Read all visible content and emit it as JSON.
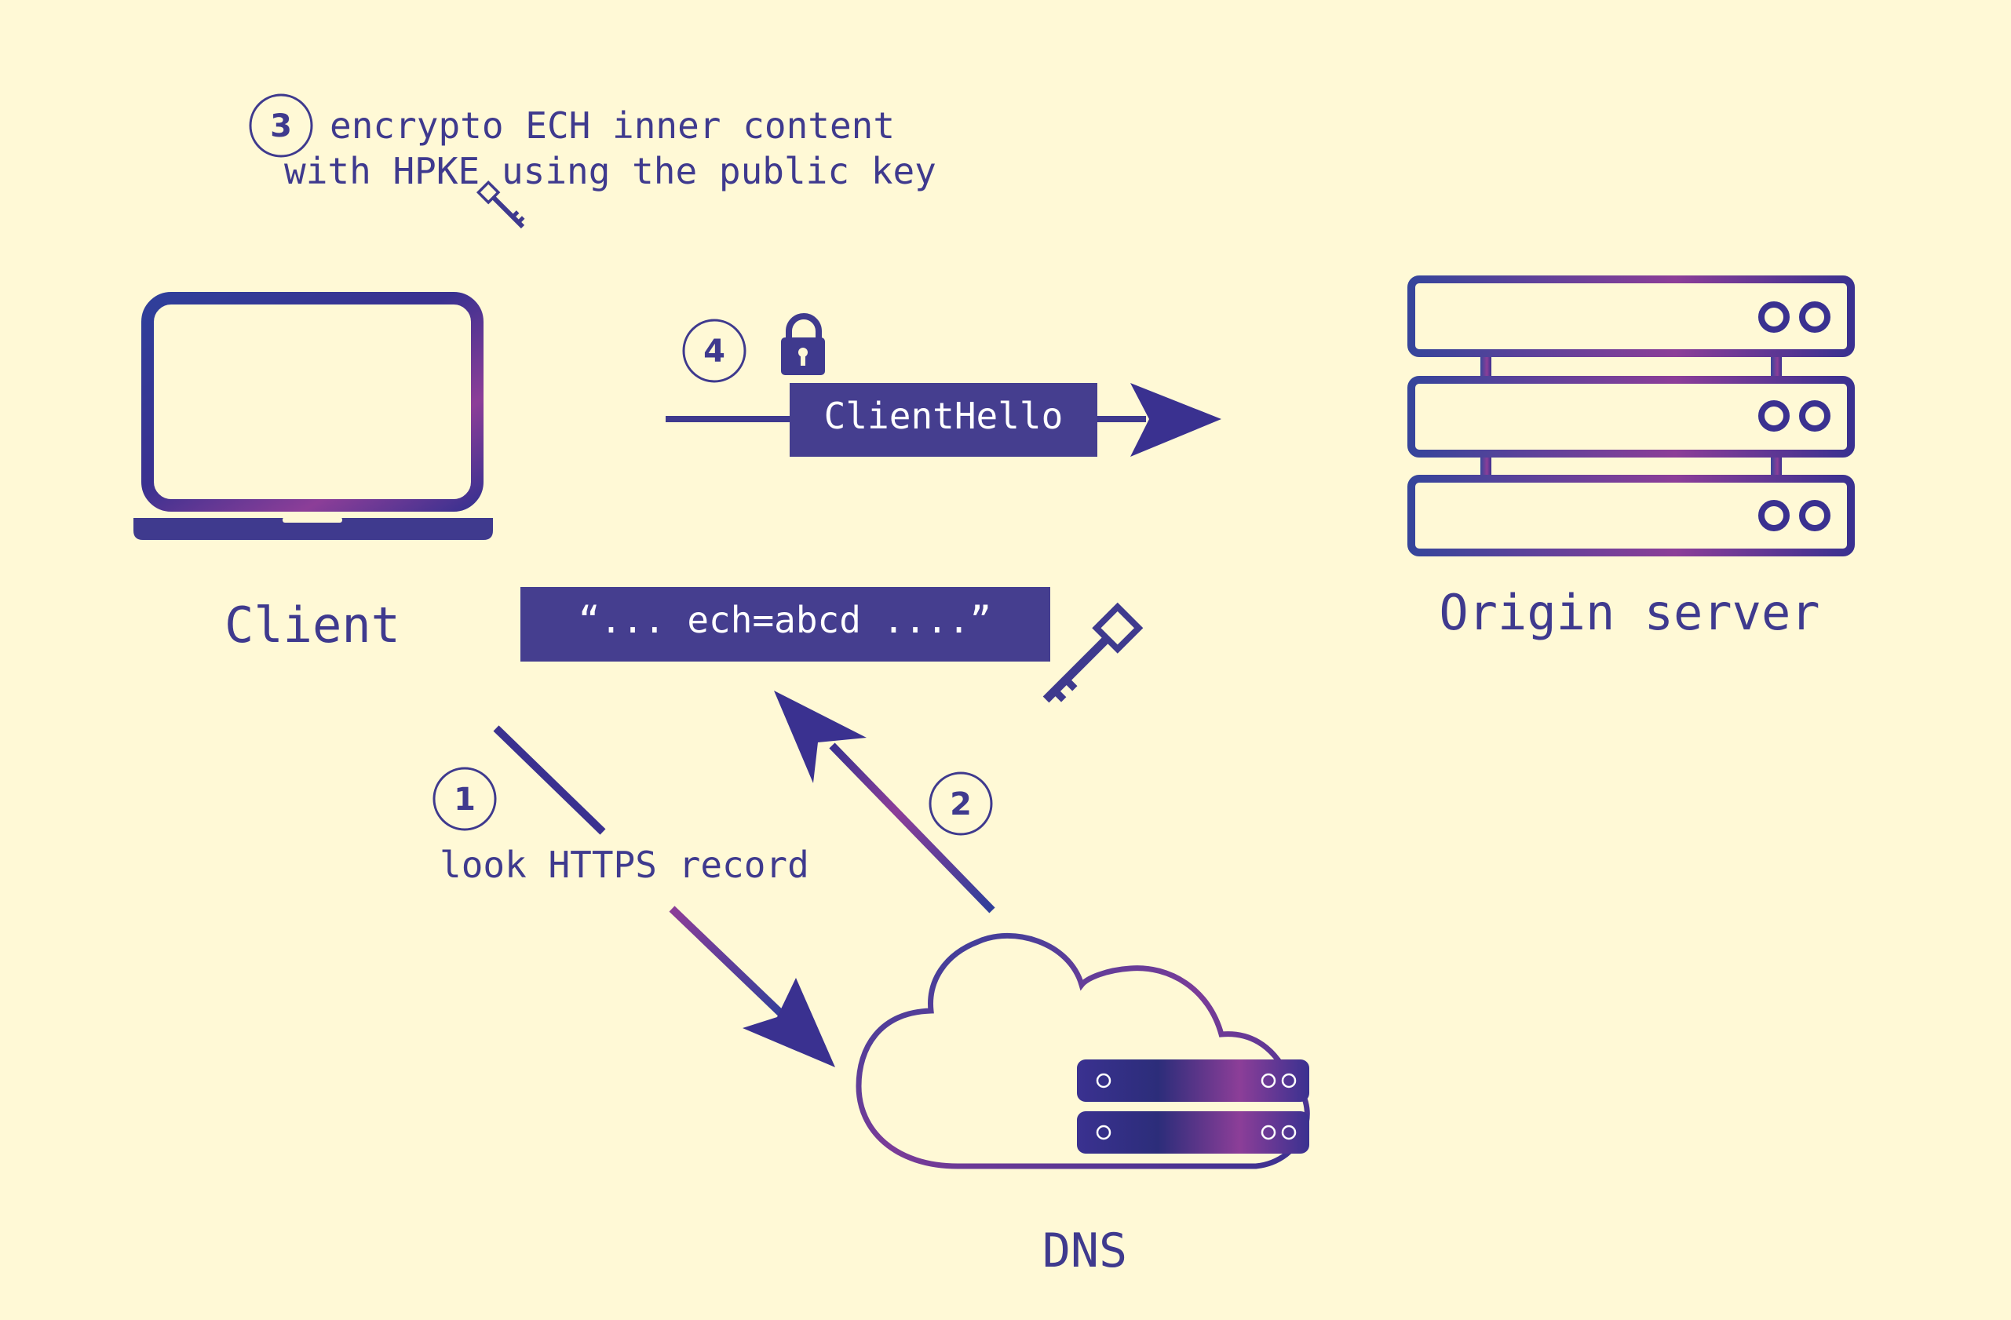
{
  "colors": {
    "background": "#fff9d6",
    "ink": "#3f3a8e",
    "navy": "#2c2d7a",
    "purple": "#8c3e98",
    "label_box": "#453e8f",
    "label_text": "#ffffff"
  },
  "nodes": {
    "client": {
      "label": "Client",
      "icon": "laptop-icon"
    },
    "origin_server": {
      "label": "Origin server",
      "icon": "server-rack-icon"
    },
    "dns": {
      "label": "DNS",
      "icon": "cloud-server-icon"
    }
  },
  "steps": {
    "step1": {
      "number": "1",
      "label": "look HTTPS record"
    },
    "step2": {
      "number": "2"
    },
    "step3": {
      "number": "3",
      "line1": "encrypto ECH inner content",
      "line2": "with HPKE using the public key"
    },
    "step4": {
      "number": "4",
      "label": "ClientHello",
      "icon": "lock-icon"
    }
  },
  "record": {
    "text": "“... ech=abcd ....”",
    "icon": "key-icon"
  }
}
